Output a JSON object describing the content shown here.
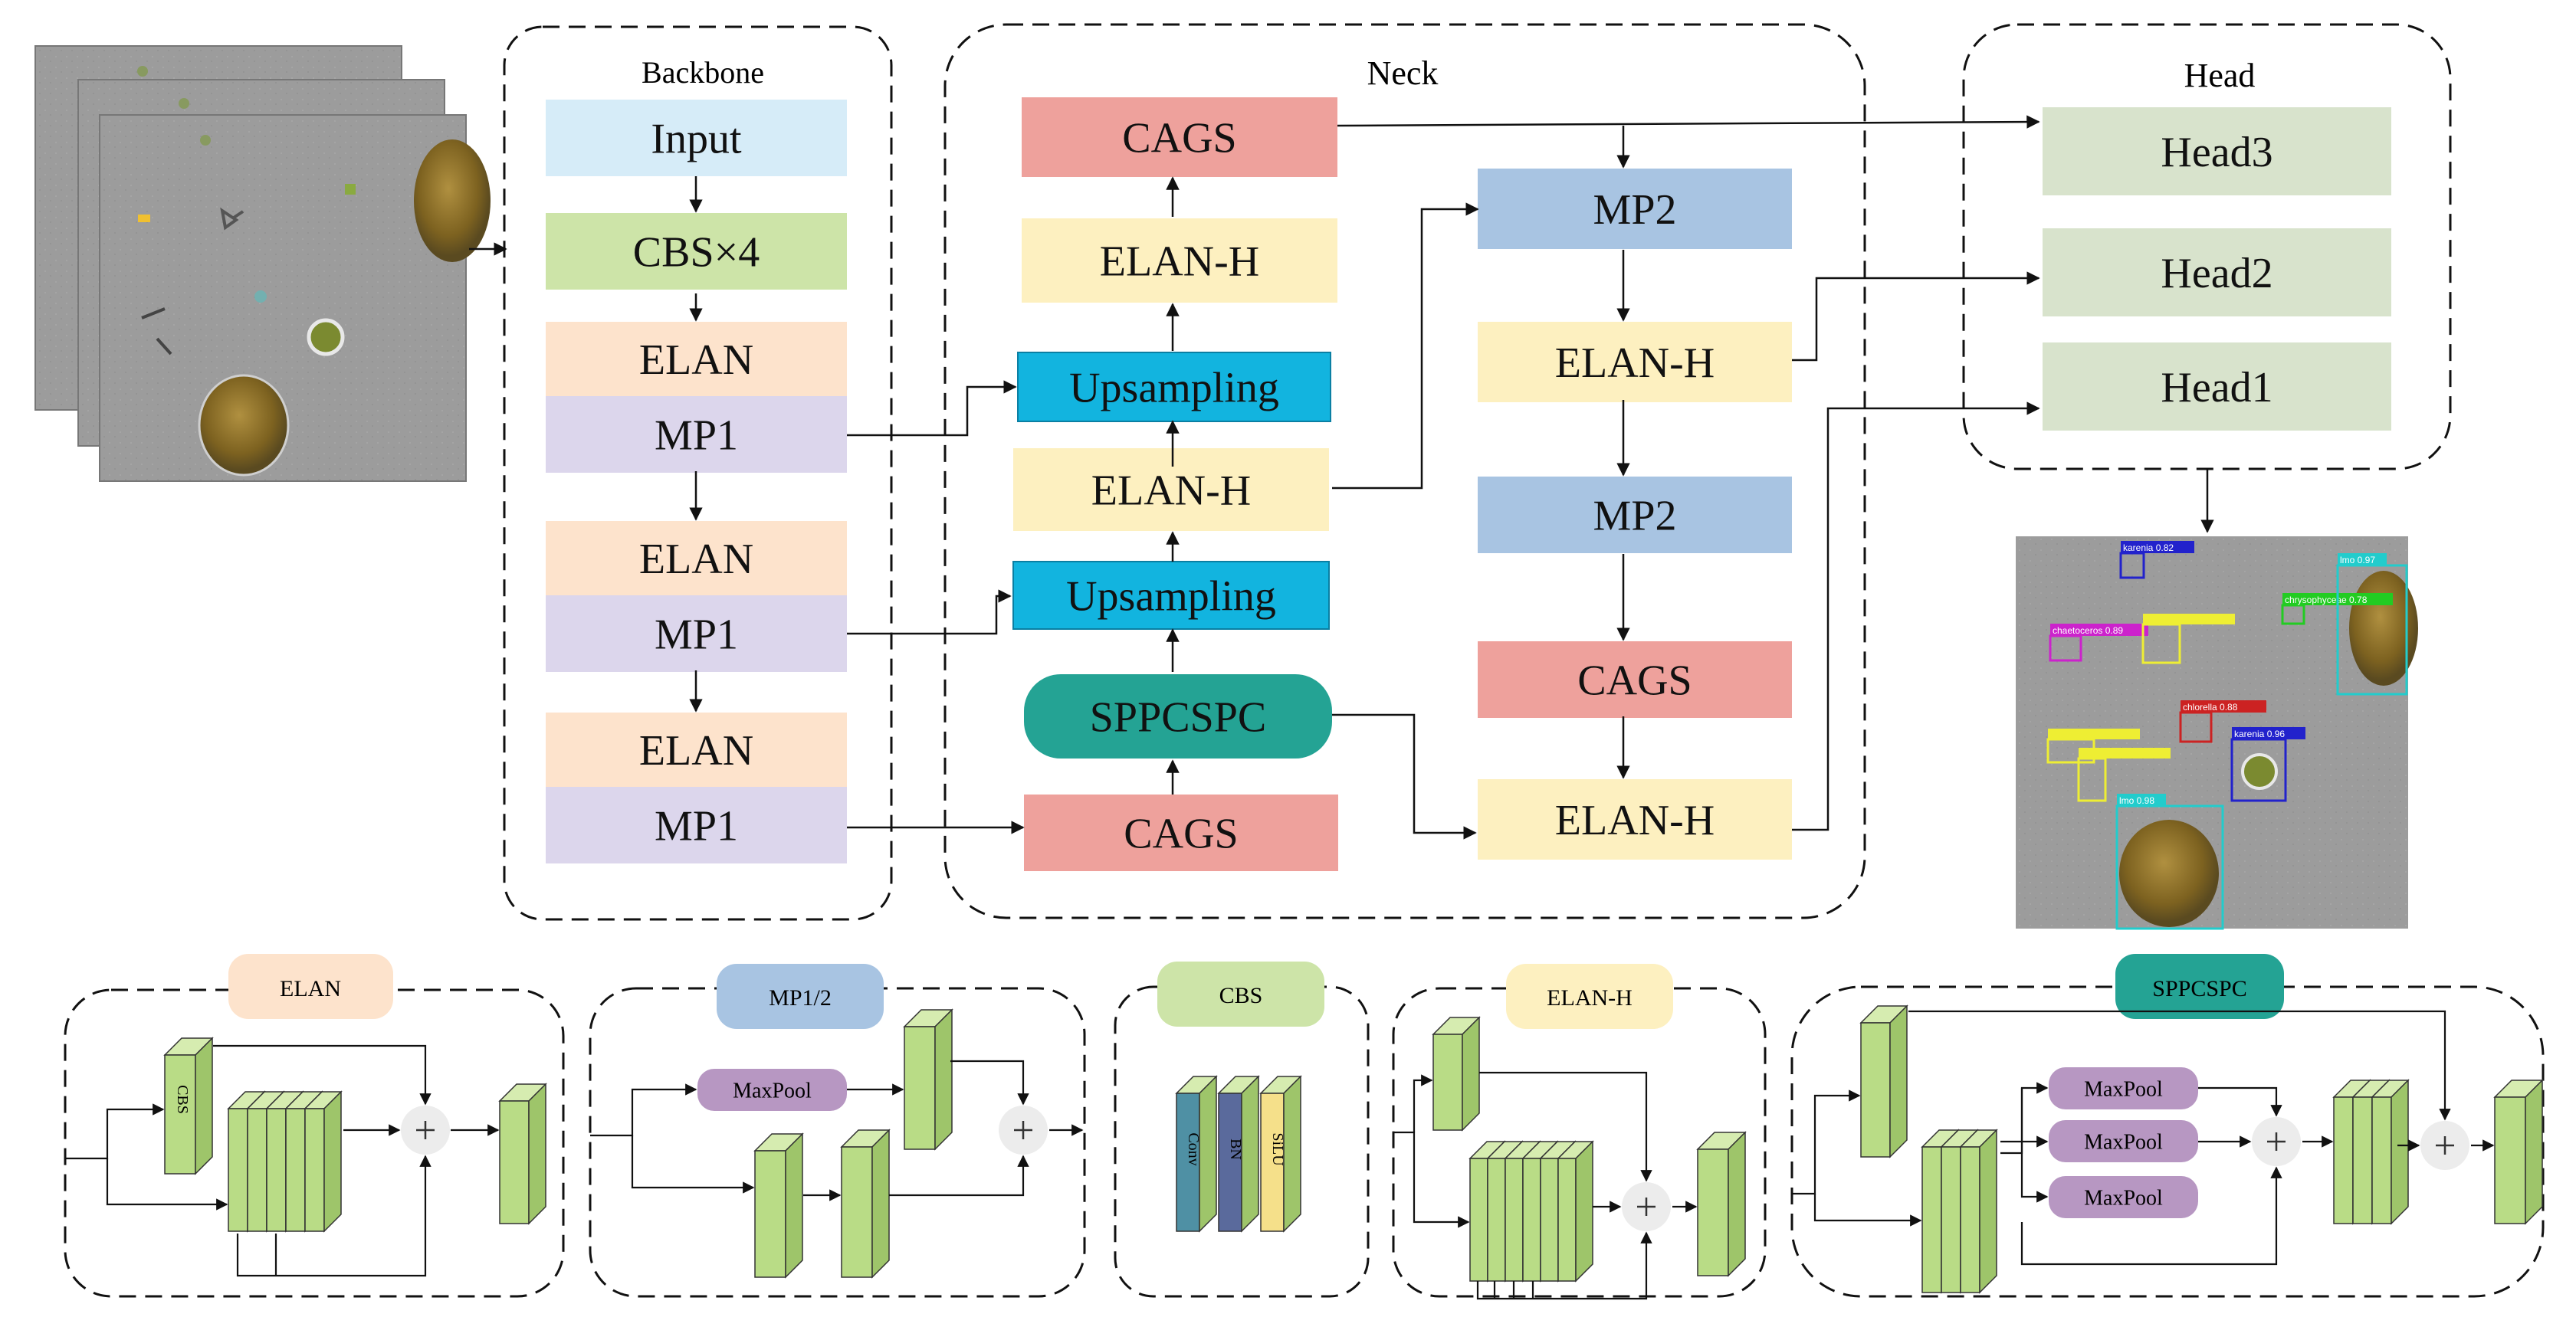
{
  "backbone": {
    "title": "Backbone",
    "blocks": [
      "Input",
      "CBS×4",
      "ELAN",
      "MP1",
      "ELAN",
      "MP1",
      "ELAN",
      "MP1"
    ]
  },
  "neck": {
    "title": "Neck",
    "left_column": [
      "CAGS",
      "ELAN-H",
      "Upsampling",
      "ELAN-H",
      "Upsampling",
      "SPPCSPC",
      "CAGS"
    ],
    "right_column": [
      "MP2",
      "ELAN-H",
      "MP2",
      "CAGS",
      "ELAN-H"
    ]
  },
  "head": {
    "title": "Head",
    "blocks": [
      "Head3",
      "Head2",
      "Head1"
    ]
  },
  "detections": [
    {
      "label": "karenia 0.82",
      "color": "#2222cc"
    },
    {
      "label": "chaetoceros 0.89",
      "color": "#cc22cc"
    },
    {
      "label": "chrysophyceae 0.78",
      "color": "#22cc22"
    },
    {
      "label": "lmo 0.97",
      "color": "#22cccc"
    },
    {
      "label": "chlorella 0.88",
      "color": "#cc2222"
    },
    {
      "label": "karenia 0.96",
      "color": "#2222cc"
    },
    {
      "label": "lmo 0.98",
      "color": "#22cccc"
    }
  ],
  "modules": {
    "elan": {
      "title": "ELAN",
      "cbs_label": "CBS"
    },
    "mp": {
      "title": "MP1/2",
      "maxpool": "MaxPool"
    },
    "cbs": {
      "title": "CBS",
      "layers": [
        "Conv",
        "BN",
        "SiLU"
      ]
    },
    "elanh": {
      "title": "ELAN-H"
    },
    "spp": {
      "title": "SPPCSPC",
      "maxpools": [
        "MaxPool",
        "MaxPool",
        "MaxPool"
      ]
    }
  },
  "colors": {
    "input": "#d6ecf8",
    "cbs": "#cde4a8",
    "elan": "#fde3cc",
    "mp1": "#dcd6ec",
    "cags": "#eea19c",
    "elanh": "#fdf0c0",
    "upsampling": "#12b4df",
    "sppcspc": "#24a394",
    "mp2": "#a8c4e2",
    "head": "#d8e3cc",
    "block3d": "#b9dc86",
    "maxpool": "#b797c2"
  }
}
